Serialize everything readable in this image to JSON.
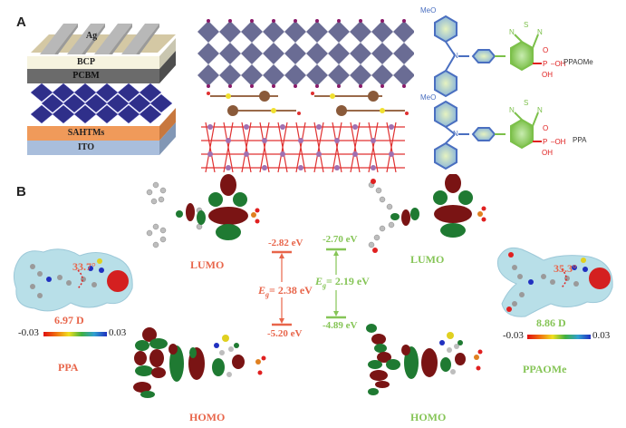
{
  "panel_a": {
    "label": "A",
    "device_layers": [
      "Ag",
      "BCP",
      "PCBM",
      "SAHTMs",
      "ITO"
    ],
    "molecules": [
      {
        "name": "PPAOMe",
        "substituent": "MeO",
        "groups": [
          "N",
          "S",
          "P",
          "O",
          "OH",
          "OH"
        ]
      },
      {
        "name": "PPA",
        "groups": [
          "N",
          "S",
          "P",
          "O",
          "OH",
          "OH"
        ]
      }
    ]
  },
  "panel_b": {
    "label": "B",
    "ppa": {
      "name": "PPA",
      "dihedral_angle": "33.7°",
      "dipole": "6.97 D",
      "lumo_label": "LUMO",
      "homo_label": "HOMO",
      "lumo_energy": "-2.82 eV",
      "homo_energy": "-5.20 eV",
      "gap_prefix": "E",
      "gap_sub": "g",
      "gap_value": "= 2.38 eV"
    },
    "ppaome": {
      "name": "PPAOMe",
      "dihedral_angle": "35.3°",
      "dipole": "8.86 D",
      "lumo_label": "LUMO",
      "homo_label": "HOMO",
      "lumo_energy": "-2.70 eV",
      "homo_energy": "-4.89 eV",
      "gap_prefix": "E",
      "gap_sub": "g",
      "gap_value": "= 2.19 eV"
    },
    "colorbar": {
      "min": "-0.03",
      "max": "0.03"
    }
  },
  "colors": {
    "ppa": "#e8654a",
    "ppaome": "#86c557",
    "orbital_red": "#7a1414",
    "orbital_green": "#1f7a32",
    "perovskite": "#5a5f8a",
    "chem_blue": "#4a6fc0",
    "chem_green": "#7cc04a",
    "chem_red": "#e02020"
  }
}
